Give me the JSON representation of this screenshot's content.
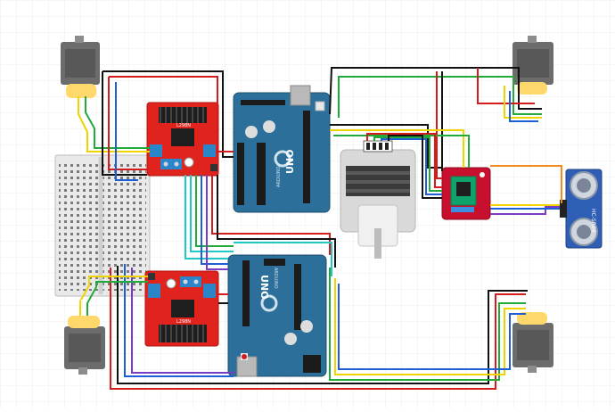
{
  "diagram": {
    "colors": {
      "background_grid": "#e6e6e6",
      "breadboard": "#e9e9e9",
      "driver_board": "#e0231c",
      "driver_heatsink": "#1e1e1e",
      "terminal_block": "#2a86c9",
      "arduino_board": "#2b6f9a",
      "arduino_header": "#1b1b1b",
      "usb_port": "#b9b9b9",
      "motor_body": "#6c6c6c",
      "motor_cap": "#ffd86b",
      "stepper_body": "#d9d9d9",
      "stepper_face": "#3b3b3b",
      "stepper_driver_board": "#c8102e",
      "stepper_driver_chip": "#0fa36b",
      "ultrasonic_board": "#2f5fb5",
      "ultrasonic_eye": "#cfd6df"
    },
    "labels": {
      "driver_chip": "L298N",
      "arduino_logo": "UNO",
      "arduino_brand": "ARDUINO",
      "ultrasonic_model": "HC-SR04"
    },
    "wires": {
      "black": "#111111",
      "red": "#d41c1c",
      "yellow": "#f0d400",
      "green": "#1faa3a",
      "blue": "#1e5fd8",
      "cyan": "#22c7c7",
      "orange": "#f08a1a",
      "purple": "#7a3cc2",
      "white": "#f5f5f5"
    }
  }
}
